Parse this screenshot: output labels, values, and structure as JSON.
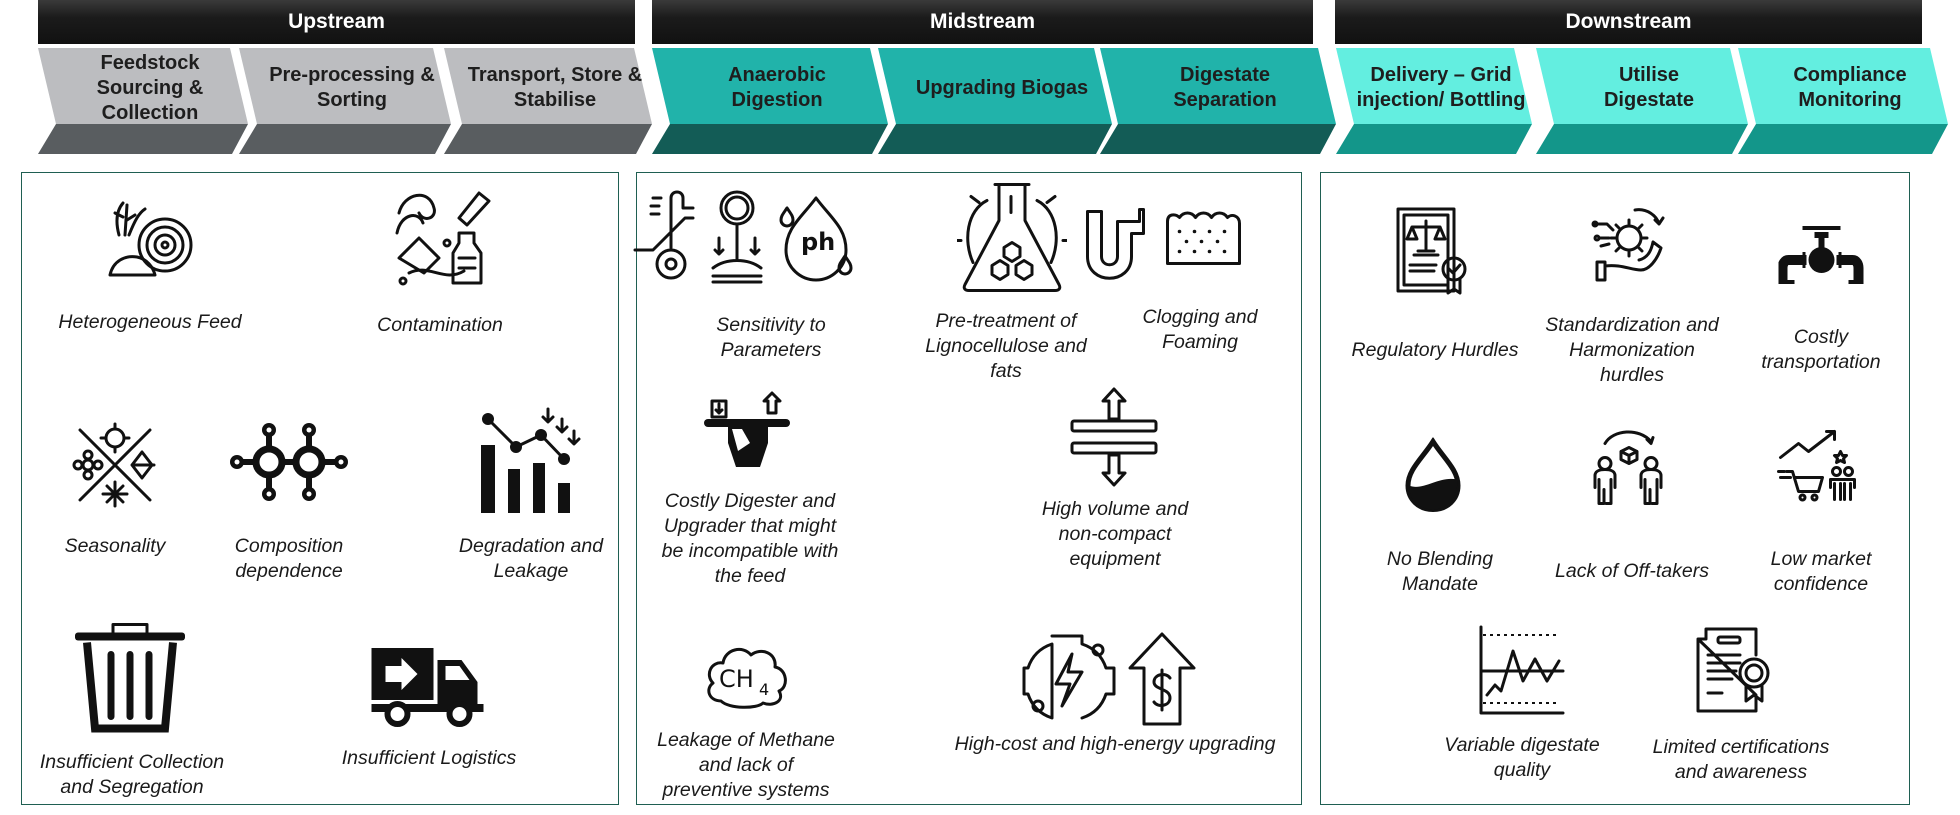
{
  "stages": [
    {
      "title": "Upstream",
      "steps": [
        "Feedstock Sourcing & Collection",
        "Pre-processing & Sorting",
        "Transport, Store & Stabilise"
      ],
      "colors": {
        "top": "#bcbdc0",
        "bottom": "#595d60"
      }
    },
    {
      "title": "Midstream",
      "steps": [
        "Anaerobic Digestion",
        "Upgrading Biogas",
        "Digestate Separation"
      ],
      "colors": {
        "top": "#21b3aa",
        "bottom": "#135c56"
      }
    },
    {
      "title": "Downstream",
      "steps": [
        "Delivery – Grid injection/ Bottling",
        "Utilise Digestate",
        "Compliance Monitoring"
      ],
      "colors": {
        "top": "#63eee0",
        "bottom": "#13968a"
      }
    }
  ],
  "upstream_challenges": [
    {
      "label": "Heterogeneous Feed",
      "icon": "crop-hay-bale-icon"
    },
    {
      "label": "Contamination",
      "icon": "polluted-water-bottle-icon"
    },
    {
      "label": "Seasonality",
      "icon": "four-seasons-icon"
    },
    {
      "label": "Composition dependence",
      "icon": "molecule-icon"
    },
    {
      "label": "Degradation and Leakage",
      "icon": "declining-chart-icon"
    },
    {
      "label": "Insufficient Collection and Segregation",
      "icon": "trash-bin-icon"
    },
    {
      "label": "Insufficient Logistics",
      "icon": "delivery-truck-icon"
    }
  ],
  "midstream_challenges": [
    {
      "label": "Sensitivity to Parameters",
      "icon": "temperature-pressure-ph-icon"
    },
    {
      "label": "Pre-treatment of Lignocellulose and fats",
      "icon": "flask-icon"
    },
    {
      "label": "Clogging and Foaming",
      "icon": "pipe-foam-icon"
    },
    {
      "label": "Costly Digester and Upgrader that might be incompatible with the feed",
      "icon": "digester-cost-icon"
    },
    {
      "label": "High volume and non-compact equipment",
      "icon": "expand-icon"
    },
    {
      "label": "Leakage of Methane and lack of preventive systems",
      "icon": "ch4-cloud-icon"
    },
    {
      "label": "High-cost and high-energy upgrading",
      "icon": "energy-cost-icon"
    }
  ],
  "downstream_challenges": [
    {
      "label": "Regulatory Hurdles",
      "icon": "regulation-certificate-icon"
    },
    {
      "label": "Standardization and Harmonization hurdles",
      "icon": "gear-hand-icon"
    },
    {
      "label": "Costly transportation",
      "icon": "pipeline-valve-icon"
    },
    {
      "label": "No Blending Mandate",
      "icon": "drop-icon"
    },
    {
      "label": "Lack of Off-takers",
      "icon": "exchange-people-icon"
    },
    {
      "label": "Low market confidence",
      "icon": "market-cart-icon"
    },
    {
      "label": "Variable digestate quality",
      "icon": "variable-chart-icon"
    },
    {
      "label": "Limited certifications and awareness",
      "icon": "certificate-icon"
    }
  ]
}
